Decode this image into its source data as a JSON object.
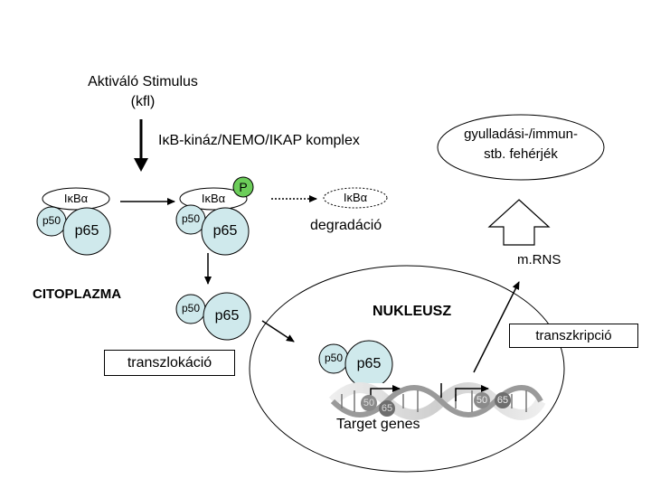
{
  "labels": {
    "stimulus_line1": "Aktiváló Stimulus",
    "stimulus_line2": "(kfl)",
    "complex": "IκB-kináz/NEMO/IKAP komplex",
    "proteins_line1": "gyulladási-/immun-",
    "proteins_line2": "stb. fehérjék",
    "ikba": "IκBα",
    "p50": "p50",
    "p65": "p65",
    "phospho": "P",
    "degradation": "degradáció",
    "mrna": "m.RNS",
    "cytoplasm": "CITOPLAZMA",
    "nucleus": "NUKLEUSZ",
    "translocation": "transzlokáció",
    "transcription": "transzkripció",
    "target_genes": "Target genes",
    "dna_50": "50",
    "dna_65": "65"
  },
  "colors": {
    "protein_fill": "#cfe9ec",
    "phospho_fill": "#6ccd5a",
    "dna_light": "#e8e8e8",
    "dna_dark": "#555555"
  }
}
